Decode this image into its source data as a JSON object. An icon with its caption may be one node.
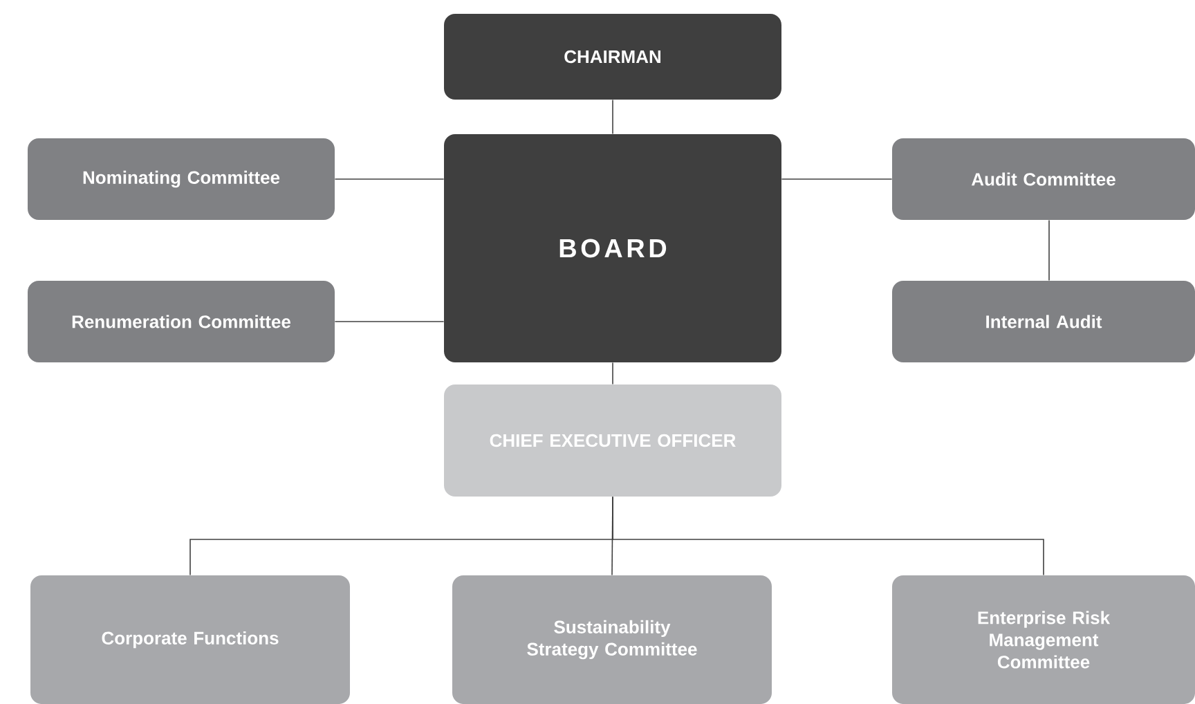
{
  "diagram": {
    "nodes": [
      {
        "text": [
          "CHAIRMAN"
        ]
      },
      {
        "text": [
          "BOARD"
        ]
      },
      {
        "text": [
          "Nominating Committee"
        ]
      },
      {
        "text": [
          "Renumeration Committee"
        ]
      },
      {
        "text": [
          "Audit Committee"
        ]
      },
      {
        "text": [
          "Internal Audit"
        ]
      },
      {
        "text": [
          "CHIEF EXECUTIVE OFFICER"
        ]
      },
      {
        "text": [
          "Corporate Functions"
        ]
      },
      {
        "text": [
          "Sustainability Strategy Committee"
        ]
      },
      {
        "text": [
          "Enterprise Risk Management Committee"
        ]
      }
    ],
    "edges": [
      {
        "from": 0,
        "to": 1,
        "arrow": "none"
      },
      {
        "from": 2,
        "to": 1,
        "arrow": "none"
      },
      {
        "from": 3,
        "to": 1,
        "arrow": "none"
      },
      {
        "from": 1,
        "to": 4,
        "arrow": "none"
      },
      {
        "from": 4,
        "to": 5,
        "arrow": "none"
      },
      {
        "from": 1,
        "to": 6,
        "arrow": "none"
      },
      {
        "from": 6,
        "to": 7,
        "arrow": "none"
      },
      {
        "from": 6,
        "to": 8,
        "arrow": "none"
      },
      {
        "from": 6,
        "to": 9,
        "arrow": "none"
      }
    ]
  }
}
